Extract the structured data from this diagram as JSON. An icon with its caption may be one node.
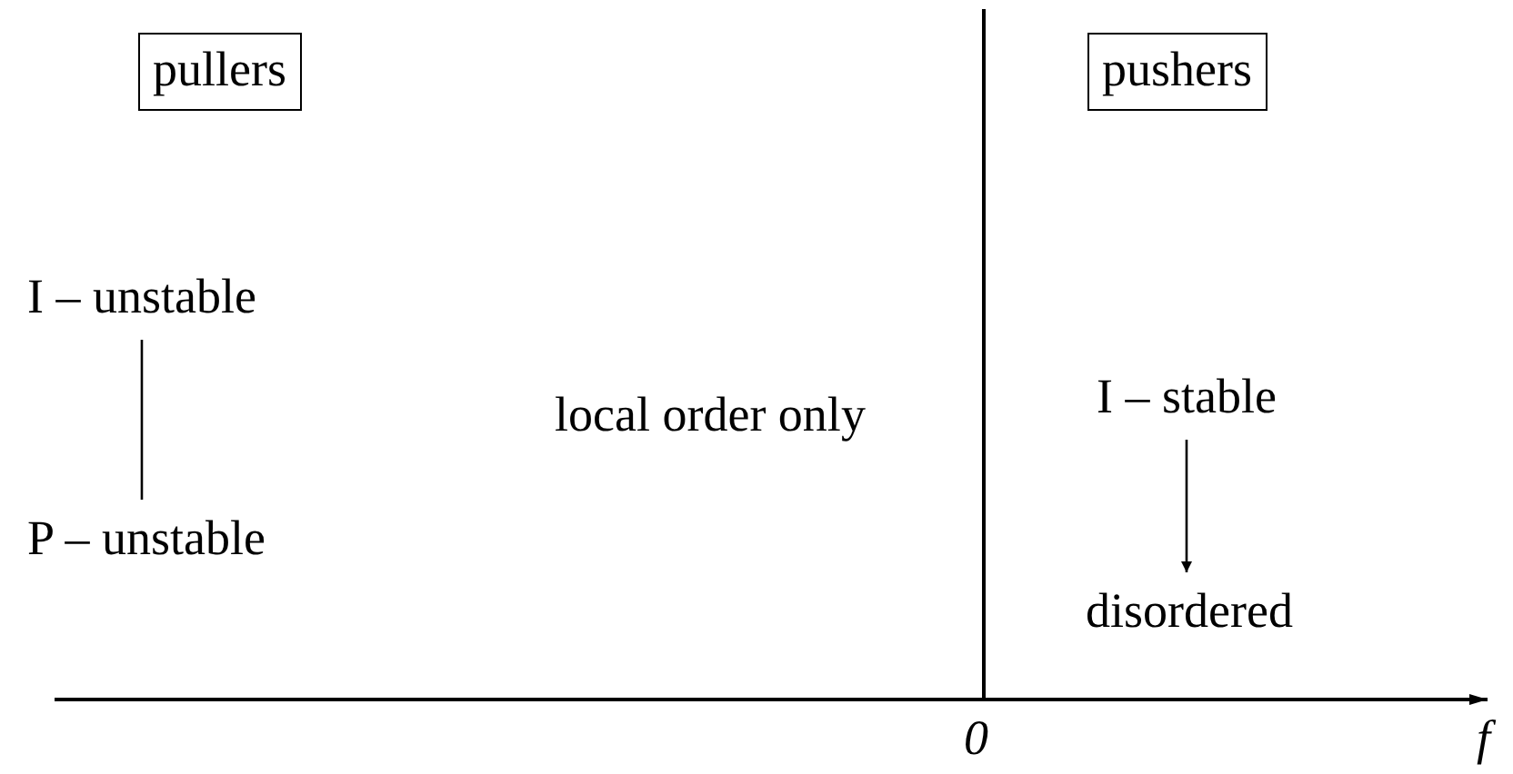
{
  "diagram": {
    "nodes": [
      {
        "text": [
          "pullers"
        ]
      },
      {
        "text": [
          "pushers"
        ]
      },
      {
        "text": [
          "I – unstable"
        ]
      },
      {
        "text": [
          "P – unstable"
        ]
      },
      {
        "text": [
          "I – stable"
        ]
      },
      {
        "text": [
          "disordered"
        ]
      }
    ],
    "edges": [
      {
        "from": 2,
        "to": 3,
        "arrow": "none"
      },
      {
        "from": 4,
        "to": 5,
        "arrow": "to"
      }
    ],
    "labels": [
      "local order only",
      "0",
      "f"
    ]
  }
}
